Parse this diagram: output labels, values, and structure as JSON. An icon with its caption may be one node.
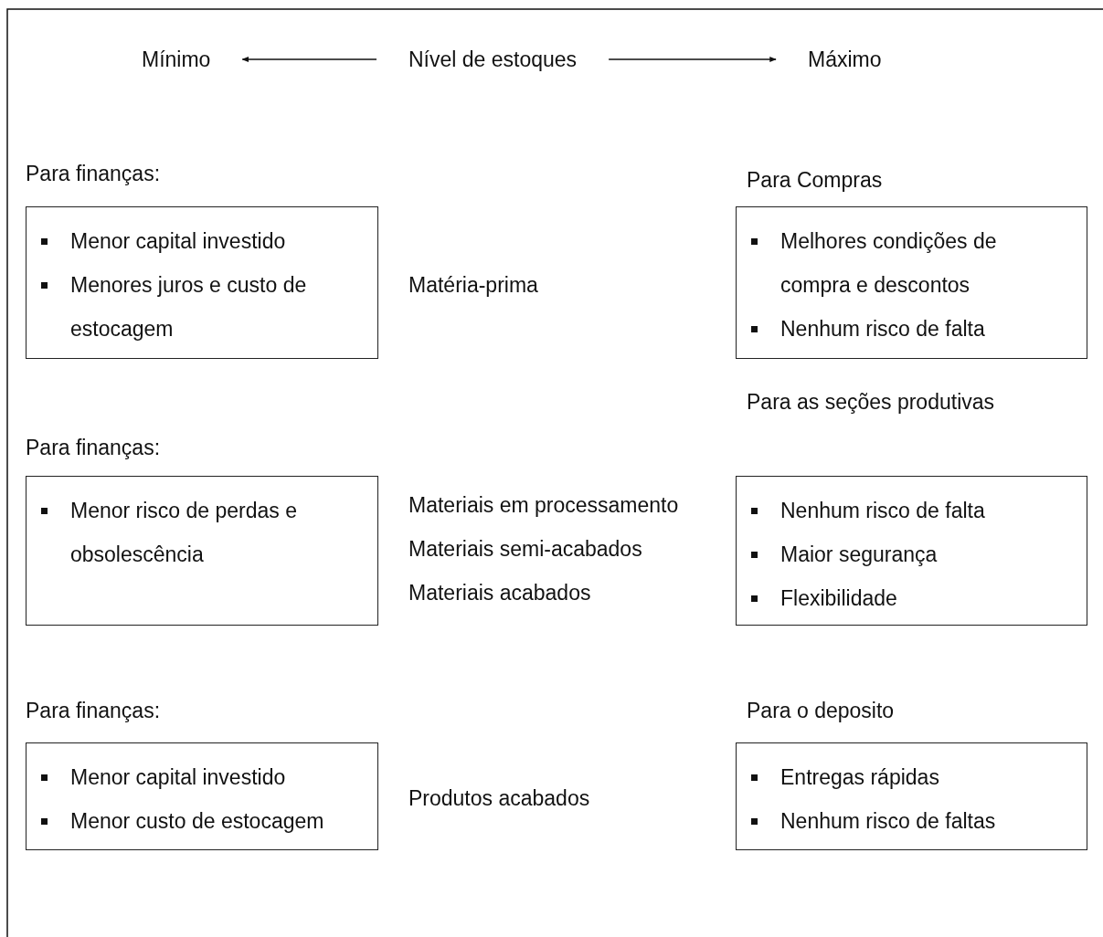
{
  "diagram": {
    "nodes": [
      {
        "text": [
          "Mínimo"
        ]
      },
      {
        "text": [
          "Nível de estoques"
        ]
      },
      {
        "text": [
          "Máximo"
        ]
      },
      {
        "text": [
          "Para finanças:",
          "Menor capital investido",
          "Menores juros e custo de estocagem"
        ]
      },
      {
        "text": [
          "Para Compras",
          "Melhores condições de compra e descontos",
          "Nenhum risco de falta"
        ]
      },
      {
        "text": [
          "Para finanças:",
          "Menor risco de perdas e obsolescência"
        ]
      },
      {
        "text": [
          "Para as seções produtivas",
          "Nenhum risco de falta",
          "Maior segurança",
          "Flexibilidade"
        ]
      },
      {
        "text": [
          "Para finanças:",
          "Menor capital investido",
          "Menor custo de estocagem"
        ]
      },
      {
        "text": [
          "Para o deposito",
          "Entregas rápidas",
          "Nenhum risco de faltas"
        ]
      }
    ],
    "edges": [
      {
        "from": 1,
        "to": 0,
        "arrow": "to"
      },
      {
        "from": 1,
        "to": 2,
        "arrow": "to"
      }
    ],
    "labels": [
      "Matéria-prima",
      "Materiais em processamento",
      "Materiais semi-acabados",
      "Materiais acabados",
      "Produtos acabados"
    ]
  }
}
